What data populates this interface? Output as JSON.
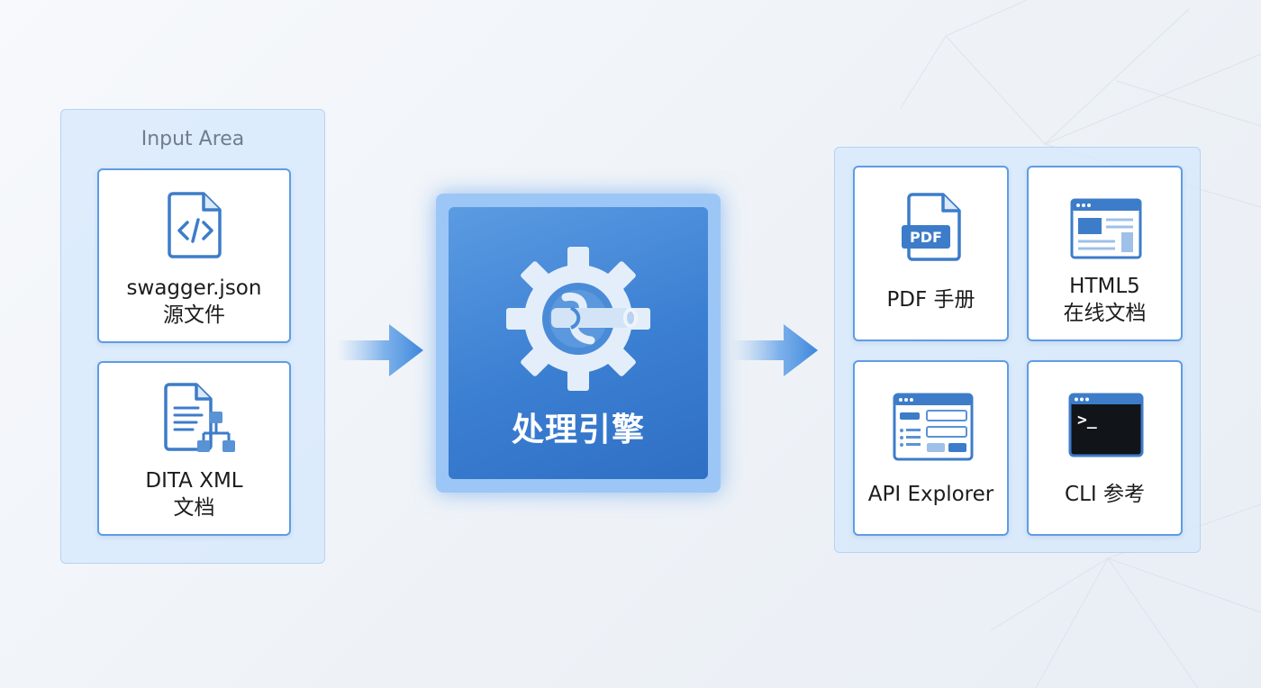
{
  "input_area": {
    "title": "Input Area",
    "items": [
      {
        "line1": "swagger.json",
        "line2": "源文件",
        "icon": "code-file-icon"
      },
      {
        "line1": "DITA XML",
        "line2": "文档",
        "icon": "document-tree-icon"
      }
    ]
  },
  "engine": {
    "label": "处理引擎",
    "icon": "gear-pipe-icon"
  },
  "outputs": [
    {
      "line1": "PDF 手册",
      "icon": "pdf-file-icon",
      "icon_text": "PDF"
    },
    {
      "line1": "HTML5",
      "line2": "在线文档",
      "icon": "web-page-icon"
    },
    {
      "line1": "API Explorer",
      "icon": "api-explorer-window-icon"
    },
    {
      "line1": "CLI 参考",
      "icon": "terminal-icon",
      "icon_text": ">_"
    }
  ],
  "colors": {
    "accent": "#3b7fd2",
    "card_border": "#5f9ce3",
    "panel_fill": "#d6e8fc",
    "icon_blue": "#3d7cc9"
  }
}
